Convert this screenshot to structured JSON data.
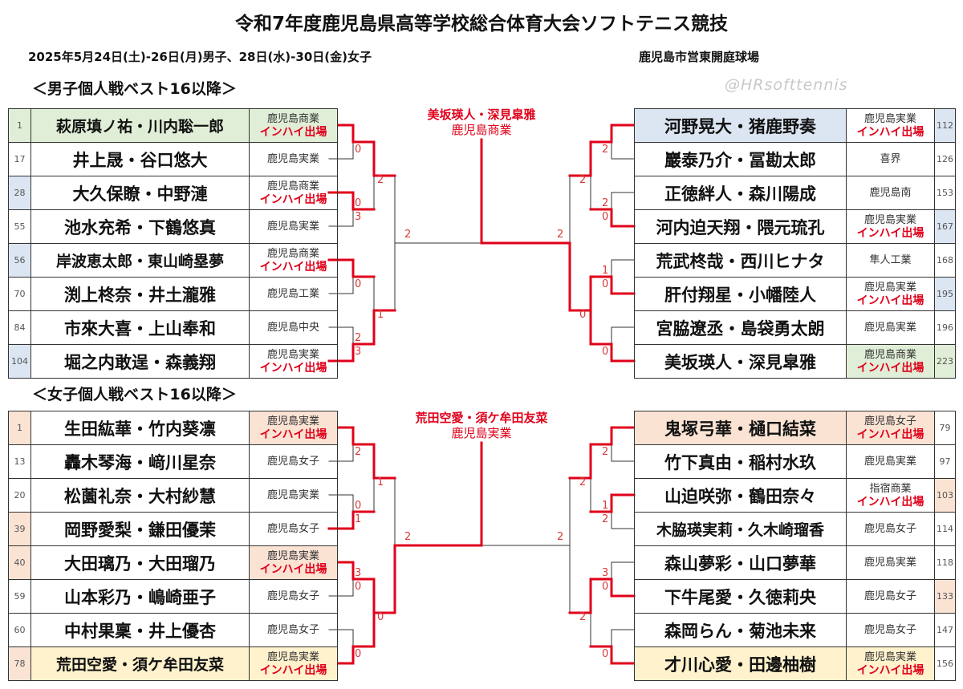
{
  "title": "令和7年度鹿児島県高等学校総合体育大会ソフトテニス競技",
  "dates": "2025年5月24日(土)-26日(月)男子、28日(水)-30日(金)女子",
  "venue": "鹿児島市営東開庭球場",
  "watermark": "@HRsofttennis",
  "qualifier_label": "インハイ出場",
  "colors": {
    "win_line": "#e0001a",
    "blue_cell": "#dce6f3",
    "green_cell": "#e1eed7",
    "peach_cell": "#fbe3d4",
    "yellow_cell": "#fff2cc"
  },
  "boys": {
    "title": "＜男子個人戦ベスト16以降＞",
    "champion": {
      "name": "美坂瑛人・深見皐雅",
      "school": "鹿児島商業"
    },
    "left": [
      {
        "seed": "1",
        "name": "萩原填ノ祐・川内聡一郎",
        "school": "鹿児島商業",
        "q": "インハイ出場"
      },
      {
        "seed": "17",
        "name": "井上晟・谷口悠大",
        "school": "鹿児島実業",
        "q": ""
      },
      {
        "seed": "28",
        "name": "大久保瞭・中野漣",
        "school": "鹿児島商業",
        "q": "インハイ出場"
      },
      {
        "seed": "55",
        "name": "池水充希・下鶴悠真",
        "school": "鹿児島実業",
        "q": ""
      },
      {
        "seed": "56",
        "name": "岸波恵太郎・東山崎塁夢",
        "school": "鹿児島商業",
        "q": "インハイ出場"
      },
      {
        "seed": "70",
        "name": "渕上柊奈・井土瀧雅",
        "school": "鹿児島工業",
        "q": ""
      },
      {
        "seed": "84",
        "name": "市來大喜・上山奉和",
        "school": "鹿児島中央",
        "q": ""
      },
      {
        "seed": "104",
        "name": "堀之内敢逞・森義翔",
        "school": "鹿児島実業",
        "q": "インハイ出場"
      }
    ],
    "right": [
      {
        "seed": "112",
        "name": "河野晃大・猪鹿野奏",
        "school": "鹿児島実業",
        "q": "インハイ出場"
      },
      {
        "seed": "126",
        "name": "巖泰乃介・冨勘太郎",
        "school": "喜界",
        "q": ""
      },
      {
        "seed": "153",
        "name": "正徳絆人・森川陽成",
        "school": "鹿児島南",
        "q": ""
      },
      {
        "seed": "167",
        "name": "河内迫天翔・隈元琉孔",
        "school": "鹿児島実業",
        "q": "インハイ出場"
      },
      {
        "seed": "168",
        "name": "荒武柊哉・西川ヒナタ",
        "school": "隼人工業",
        "q": ""
      },
      {
        "seed": "195",
        "name": "肝付翔星・小幡陸人",
        "school": "鹿児島実業",
        "q": "インハイ出場"
      },
      {
        "seed": "196",
        "name": "宮脇遼丞・島袋勇太朗",
        "school": "鹿児島実業",
        "q": ""
      },
      {
        "seed": "223",
        "name": "美坂瑛人・深見皐雅",
        "school": "鹿児島商業",
        "q": "インハイ出場"
      }
    ],
    "scores": {
      "left": {
        "r1": [
          "0",
          "3",
          "0",
          "3"
        ],
        "r1_top": [
          "",
          "0",
          "",
          "2"
        ],
        "qf": [
          "2",
          "1"
        ],
        "sf": [
          "2"
        ]
      },
      "right": {
        "r1": [
          "2",
          "0",
          "0",
          "0"
        ],
        "r1_top": [
          "",
          "2",
          "1",
          ""
        ],
        "qf": [
          "2",
          "0"
        ],
        "sf": [
          "2"
        ]
      }
    }
  },
  "girls": {
    "title": "＜女子個人戦ベスト16以降＞",
    "champion": {
      "name": "荒田空愛・須ケ牟田友菜",
      "school": "鹿児島実業"
    },
    "left": [
      {
        "seed": "1",
        "name": "生田紘華・竹内葵凛",
        "school": "鹿児島実業",
        "q": "インハイ出場"
      },
      {
        "seed": "13",
        "name": "轟木琴海・﨑川星奈",
        "school": "鹿児島女子",
        "q": ""
      },
      {
        "seed": "20",
        "name": "松薗礼奈・大村紗慧",
        "school": "鹿児島実業",
        "q": ""
      },
      {
        "seed": "39",
        "name": "岡野愛梨・鎌田優茉",
        "school": "鹿児島女子",
        "q": ""
      },
      {
        "seed": "40",
        "name": "大田璃乃・大田瑠乃",
        "school": "鹿児島実業",
        "q": "インハイ出場"
      },
      {
        "seed": "59",
        "name": "山本彩乃・嶋崎亜子",
        "school": "鹿児島女子",
        "q": ""
      },
      {
        "seed": "60",
        "name": "中村果稟・井上優杏",
        "school": "鹿児島女子",
        "q": ""
      },
      {
        "seed": "78",
        "name": "荒田空愛・須ケ牟田友菜",
        "school": "鹿児島実業",
        "q": "インハイ出場"
      }
    ],
    "right": [
      {
        "seed": "79",
        "name": "鬼塚弓華・樋口結菜",
        "school": "鹿児島女子",
        "q": "インハイ出場"
      },
      {
        "seed": "97",
        "name": "竹下真由・稲村水玖",
        "school": "鹿児島実業",
        "q": ""
      },
      {
        "seed": "103",
        "name": "山迫咲弥・鶴田奈々",
        "school": "指宿商業",
        "q": "インハイ出場"
      },
      {
        "seed": "114",
        "name": "木脇瑛実莉・久木崎瑠香",
        "school": "鹿児島女子",
        "q": ""
      },
      {
        "seed": "118",
        "name": "森山夢彩・山口夢華",
        "school": "鹿児島実業",
        "q": ""
      },
      {
        "seed": "133",
        "name": "下牛尾愛・久徳莉央",
        "school": "鹿児島女子",
        "q": ""
      },
      {
        "seed": "147",
        "name": "森岡らん・菊池未来",
        "school": "鹿児島女子",
        "q": ""
      },
      {
        "seed": "156",
        "name": "才川心愛・田邊柚樹",
        "school": "鹿児島実業",
        "q": "インハイ出場"
      }
    ],
    "scores": {
      "left": {
        "r1": [
          "2",
          "1",
          "0",
          "0"
        ],
        "r1_top": [
          "",
          "0",
          "3",
          ""
        ],
        "qf": [
          "1",
          "0"
        ],
        "sf": [
          "2"
        ]
      },
      "right": {
        "r1": [
          "2",
          "2",
          "0",
          "0"
        ],
        "r1_top": [
          "",
          "1",
          "3",
          ""
        ],
        "qf": [
          "2",
          "2"
        ],
        "sf": [
          "2"
        ]
      }
    }
  }
}
